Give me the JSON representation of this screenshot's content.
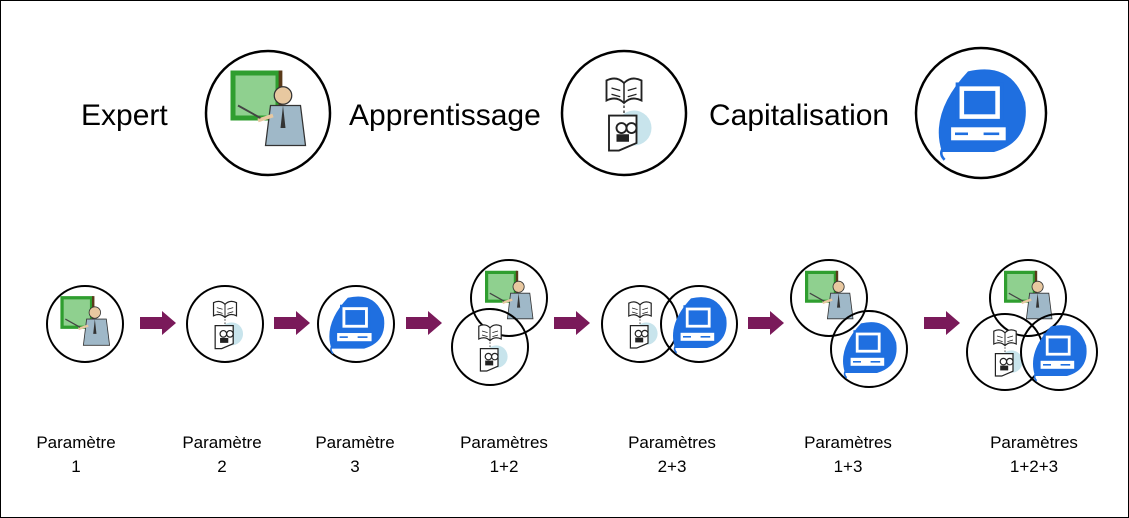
{
  "legend": [
    {
      "label": "Expert",
      "icon": "teacher-icon"
    },
    {
      "label": "Apprentissage",
      "icon": "book-film-icon"
    },
    {
      "label": "Capitalisation",
      "icon": "computer-icon"
    }
  ],
  "steps": [
    {
      "line1": "Paramètre",
      "line2": "1"
    },
    {
      "line1": "Paramètre",
      "line2": "2"
    },
    {
      "line1": "Paramètre",
      "line2": "3"
    },
    {
      "line1": "Paramètres",
      "line2": "1+2"
    },
    {
      "line1": "Paramètres",
      "line2": "2+3"
    },
    {
      "line1": "Paramètres",
      "line2": "1+3"
    },
    {
      "line1": "Paramètres",
      "line2": "1+2+3"
    }
  ],
  "colors": {
    "arrow": "#7a1a5a",
    "board": "#2f9e2f",
    "monitor": "#1f6fe0",
    "outline": "#000000"
  }
}
